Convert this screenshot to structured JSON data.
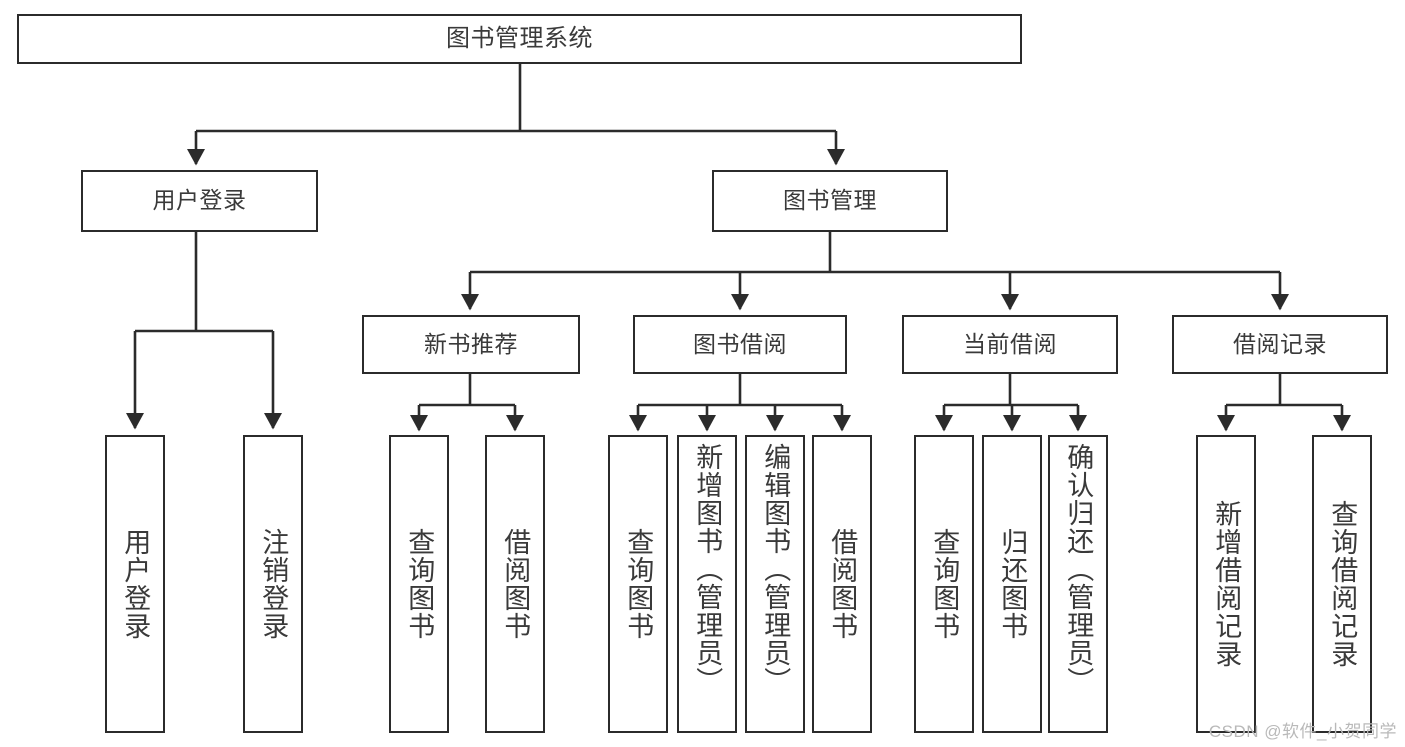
{
  "diagram": {
    "title": "图书管理系统",
    "type": "tree-hierarchy",
    "root": {
      "id": "root",
      "label": "图书管理系统"
    },
    "level2": [
      {
        "id": "user-login",
        "label": "用户登录"
      },
      {
        "id": "book-manage",
        "label": "图书管理"
      }
    ],
    "level3": [
      {
        "id": "new-book-rec",
        "label": "新书推荐"
      },
      {
        "id": "book-borrow",
        "label": "图书借阅"
      },
      {
        "id": "current-borrow",
        "label": "当前借阅"
      },
      {
        "id": "borrow-record",
        "label": "借阅记录"
      }
    ],
    "leaves": {
      "user_login": [
        {
          "id": "leaf-user-login",
          "label": "用户登录"
        },
        {
          "id": "leaf-user-logout",
          "label": "注销登录"
        }
      ],
      "new_book_rec": [
        {
          "id": "leaf-query-book-1",
          "label": "查询图书"
        },
        {
          "id": "leaf-borrow-book-1",
          "label": "借阅图书"
        }
      ],
      "book_borrow": [
        {
          "id": "leaf-query-book-2",
          "label": "查询图书"
        },
        {
          "id": "leaf-add-book",
          "label": "新增图书（管理员）"
        },
        {
          "id": "leaf-edit-book",
          "label": "编辑图书（管理员）"
        },
        {
          "id": "leaf-borrow-book-2",
          "label": "借阅图书"
        }
      ],
      "current_borrow": [
        {
          "id": "leaf-query-book-3",
          "label": "查询图书"
        },
        {
          "id": "leaf-return-book",
          "label": "归还图书"
        },
        {
          "id": "leaf-confirm-return",
          "label": "确认归还（管理员）"
        }
      ],
      "borrow_record": [
        {
          "id": "leaf-add-record",
          "label": "新增借阅记录"
        },
        {
          "id": "leaf-query-record",
          "label": "查询借阅记录"
        }
      ]
    }
  },
  "watermark": {
    "text": "CSDN @软件_小贺同学"
  },
  "colors": {
    "stroke": "#2b2b2b",
    "text": "#3a3a3a",
    "background": "#ffffff",
    "watermark": "#b9b9b9"
  }
}
